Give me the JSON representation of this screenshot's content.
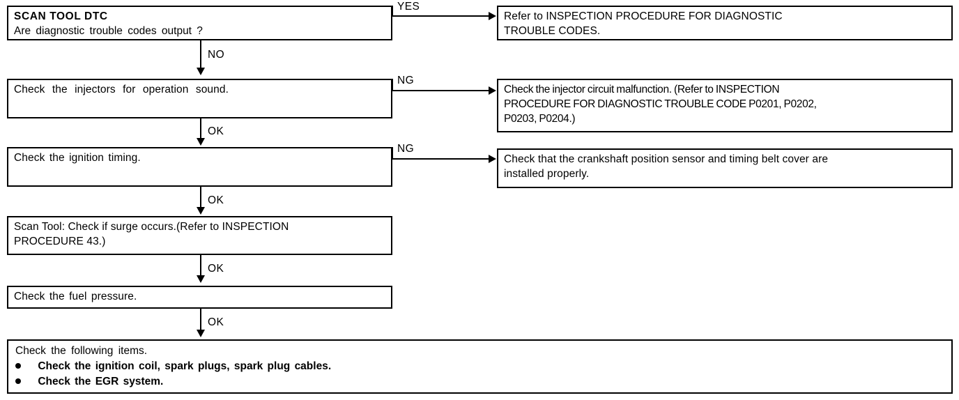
{
  "diagram": {
    "type": "flowchart",
    "title": "Engine diagnostic troubleshooting flowchart",
    "colors": {
      "line": "#000000",
      "background": "#ffffff",
      "text": "#000000"
    },
    "left_column": [
      {
        "id": "scan-tool-dtc",
        "heading": "SCAN TOOL DTC",
        "question": "Are diagnostic trouble codes output ?"
      },
      {
        "id": "check-injectors",
        "text": "Check the injectors for operation sound."
      },
      {
        "id": "check-ignition-timing",
        "text": "Check the ignition timing."
      },
      {
        "id": "scan-tool-surge",
        "text": "Scan Tool: Check if surge occurs.(Refer to INSPECTION\nPROCEDURE 43.)"
      },
      {
        "id": "check-fuel-pressure",
        "text": "Check the fuel pressure."
      }
    ],
    "right_column": [
      {
        "id": "refer-inspection-dtc",
        "text": "Refer to INSPECTION PROCEDURE FOR DIAGNOSTIC\nTROUBLE CODES."
      },
      {
        "id": "injector-circuit-malfunction",
        "text": "Check the injector circuit malfunction. (Refer to  INSPECTION\nPROCEDURE FOR DIAGNOSTIC TROUBLE CODE P0201, P0202,\nP0203, P0204.)"
      },
      {
        "id": "crankshaft-sensor-timing-belt",
        "text": "Check that the crankshaft position sensor and timing belt cover are\ninstalled properly."
      }
    ],
    "final_box": {
      "id": "check-following-items",
      "lead": "Check the following items.",
      "items": [
        "Check the ignition coil, spark plugs, spark plug cables.",
        "Check the EGR system."
      ]
    },
    "branch_labels": {
      "yes": "YES",
      "no": "NO",
      "ng_1": "NG",
      "ng_2": "NG",
      "ok_1": "OK",
      "ok_2": "OK",
      "ok_3": "OK",
      "ok_4": "OK"
    }
  }
}
